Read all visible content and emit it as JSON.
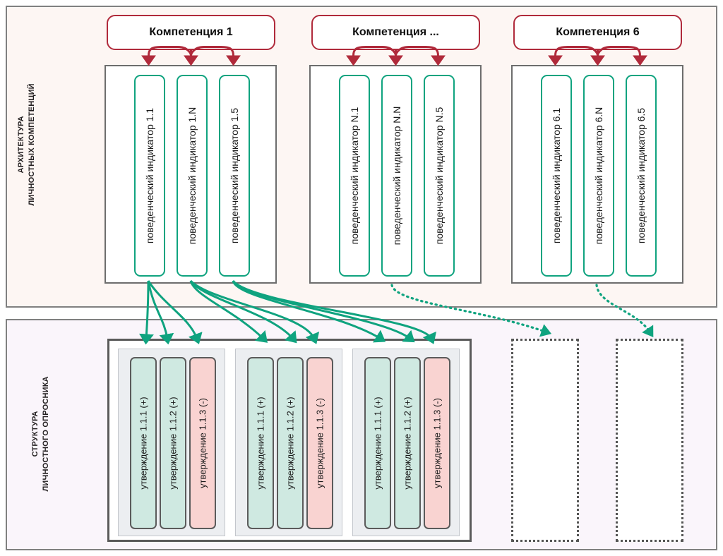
{
  "diagram": {
    "title_not_shown": "",
    "colors": {
      "competence_border": "#b02a3b",
      "indicator_border": "#0fa37f",
      "connector_green": "#0fa37f",
      "connector_red": "#b02a3b",
      "statement_positive_fill": "#cfe9e1",
      "statement_negative_fill": "#f9d3d1",
      "panel_top_bg": "#fdf6f3",
      "panel_bottom_bg": "#faf5fb",
      "panel_border": "#808080"
    }
  },
  "panels": [
    {
      "id": "architecture",
      "label": "АРХИТЕКТУРА\nЛИЧНОСТНЫХ КОМПЕТЕНЦИЙ",
      "label_line1": "АРХИТЕКТУРА",
      "label_line2": "ЛИЧНОСТНЫХ КОМПЕТЕНЦИЙ"
    },
    {
      "id": "questionnaire",
      "label": "СТРУКТУРА\nЛИЧНОСТНОГО ОПРОСНИКА",
      "label_line1": "СТРУКТУРА",
      "label_line2": "ЛИЧНОСТНОГО ОПРОСНИКА"
    }
  ],
  "competences": [
    {
      "label": "Компетенция 1",
      "indicators": [
        {
          "label": "поведенческий индикатор 1.1"
        },
        {
          "label": "поведенческий индикатор 1.N"
        },
        {
          "label": "поведенческий индикатор 1.5"
        }
      ]
    },
    {
      "label": "Компетенция ...",
      "indicators": [
        {
          "label": "поведенческий индикатор N.1"
        },
        {
          "label": "поведенческий индикатор N.N"
        },
        {
          "label": "поведенческий индикатор N.5"
        }
      ]
    },
    {
      "label": "Компетенция 6",
      "indicators": [
        {
          "label": "поведенческий индикатор 6.1"
        },
        {
          "label": "поведенческий индикатор 6.N"
        },
        {
          "label": "поведенческий индикатор 6.5"
        }
      ]
    }
  ],
  "statement_groups": [
    {
      "statements": [
        {
          "label": "утверждение 1.1.1 (+)",
          "polarity": "+"
        },
        {
          "label": "утверждение 1.1.2 (+)",
          "polarity": "+"
        },
        {
          "label": "утверждение 1.1.3 (-)",
          "polarity": "-"
        }
      ]
    },
    {
      "statements": [
        {
          "label": "утверждение 1.1.1 (+)",
          "polarity": "+"
        },
        {
          "label": "утверждение 1.1.2 (+)",
          "polarity": "+"
        },
        {
          "label": "утверждение 1.1.3 (-)",
          "polarity": "-"
        }
      ]
    },
    {
      "statements": [
        {
          "label": "утверждение 1.1.1 (+)",
          "polarity": "+"
        },
        {
          "label": "утверждение 1.1.2 (+)",
          "polarity": "+"
        },
        {
          "label": "утверждение 1.1.3 (-)",
          "polarity": "-"
        }
      ]
    }
  ],
  "placeholders": [
    {
      "label": ""
    },
    {
      "label": ""
    }
  ]
}
